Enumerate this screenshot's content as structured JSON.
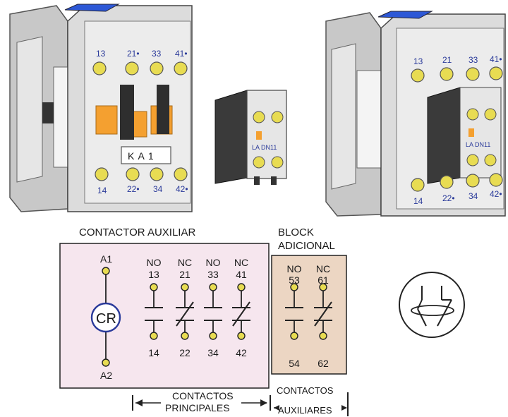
{
  "images": {
    "left_contactor": {
      "terminals_top": [
        "13",
        "21•",
        "33",
        "41•"
      ],
      "terminals_bottom": [
        "14",
        "22•",
        "34",
        "42•"
      ],
      "label_plate": "K A 1"
    },
    "aux_block": {
      "label": "LA DN11"
    },
    "right_contactor": {
      "terminals_top": [
        "13",
        "21",
        "33",
        "41•"
      ],
      "terminals_bottom": [
        "14",
        "22•",
        "34",
        "42•"
      ],
      "block_label": "LA DN11"
    }
  },
  "diagram": {
    "main_title": "CONTACTOR  AUXILIAR",
    "block_title_line1": "BLOCK",
    "block_title_line2": "ADICIONAL",
    "coil": {
      "top_terminal": "A1",
      "bottom_terminal": "A2",
      "label": "CR"
    },
    "main_contacts": [
      {
        "type": "NO",
        "top": "13",
        "bottom": "14"
      },
      {
        "type": "NC",
        "top": "21",
        "bottom": "22"
      },
      {
        "type": "NO",
        "top": "33",
        "bottom": "34"
      },
      {
        "type": "NC",
        "top": "41",
        "bottom": "42"
      }
    ],
    "aux_contacts": [
      {
        "type": "NO",
        "top": "53",
        "bottom": "54"
      },
      {
        "type": "NC",
        "top": "61",
        "bottom": "62"
      }
    ],
    "bracket_main_line1": "CONTACTOS",
    "bracket_main_line2": "PRINCIPALES",
    "bracket_aux_line1": "CONTACTOS",
    "bracket_aux_line2": "AUXILIARES"
  },
  "colors": {
    "main_box_fill": "#f6e6ee",
    "aux_box_fill": "#ecd6c3",
    "terminal_fill": "#e8dc52",
    "label_blue": "#2a3a9a",
    "device_body": "#d8d8d8",
    "device_orange": "#f4a030",
    "device_blue_cap": "#2d58d6"
  }
}
